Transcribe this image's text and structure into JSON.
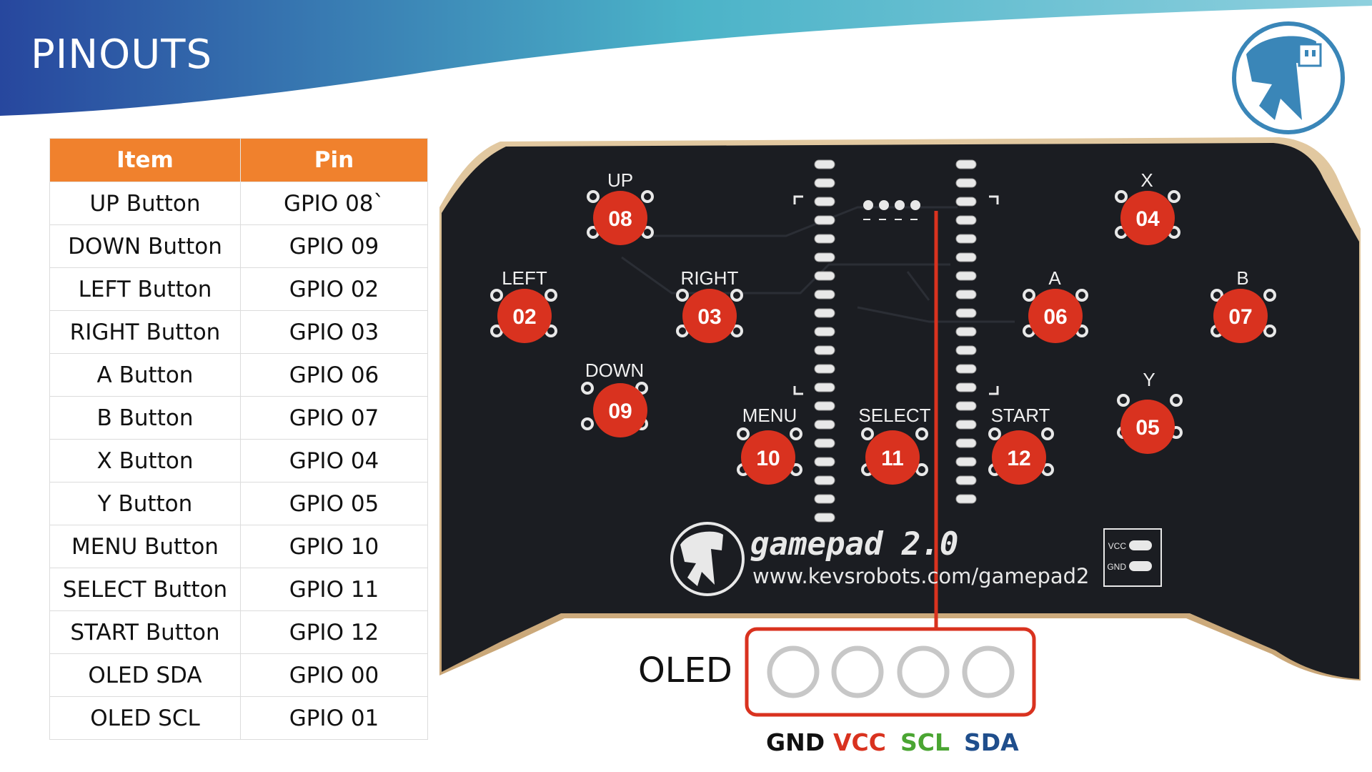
{
  "slide": {
    "title": "PINOUTS"
  },
  "table": {
    "headers": {
      "item": "Item",
      "pin": "Pin"
    },
    "rows": [
      {
        "item": "UP Button",
        "pin": "GPIO 08`"
      },
      {
        "item": "DOWN Button",
        "pin": "GPIO 09"
      },
      {
        "item": "LEFT Button",
        "pin": "GPIO 02"
      },
      {
        "item": "RIGHT Button",
        "pin": "GPIO 03"
      },
      {
        "item": "A Button",
        "pin": "GPIO 06"
      },
      {
        "item": "B Button",
        "pin": "GPIO 07"
      },
      {
        "item": "X Button",
        "pin": "GPIO 04"
      },
      {
        "item": "Y Button",
        "pin": "GPIO 05"
      },
      {
        "item": "MENU Button",
        "pin": "GPIO 10"
      },
      {
        "item": "SELECT Button",
        "pin": "GPIO 11"
      },
      {
        "item": "START Button",
        "pin": "GPIO 12"
      },
      {
        "item": "OLED SDA",
        "pin": "GPIO 00"
      },
      {
        "item": "OLED SCL",
        "pin": "GPIO 01"
      }
    ]
  },
  "board": {
    "brand": "gamepad 2.0",
    "url": "www.kevsrobots.com/gamepad2",
    "switch_labels": {
      "vcc": "VCC",
      "gnd": "GND"
    },
    "buttons": [
      {
        "silk": "UP",
        "badge": "08"
      },
      {
        "silk": "LEFT",
        "badge": "02"
      },
      {
        "silk": "RIGHT",
        "badge": "03"
      },
      {
        "silk": "DOWN",
        "badge": "09"
      },
      {
        "silk": "MENU",
        "badge": "10"
      },
      {
        "silk": "SELECT",
        "badge": "11"
      },
      {
        "silk": "START",
        "badge": "12"
      },
      {
        "silk": "X",
        "badge": "04"
      },
      {
        "silk": "A",
        "badge": "06"
      },
      {
        "silk": "B",
        "badge": "07"
      },
      {
        "silk": "Y",
        "badge": "05"
      }
    ]
  },
  "oled": {
    "label": "OLED",
    "pins": [
      {
        "name": "GND",
        "color": "#111111"
      },
      {
        "name": "VCC",
        "color": "#d9321f"
      },
      {
        "name": "SCL",
        "color": "#4aa532"
      },
      {
        "name": "SDA",
        "color": "#1f4e8c"
      }
    ]
  },
  "colors": {
    "header_gradient": [
      "#27479e",
      "#4bb3c8",
      "#6fc4d6"
    ],
    "table_header": "#f0812d",
    "badge": "#d9321f",
    "board": "#1b1d22",
    "logo": "#3a86b8"
  }
}
